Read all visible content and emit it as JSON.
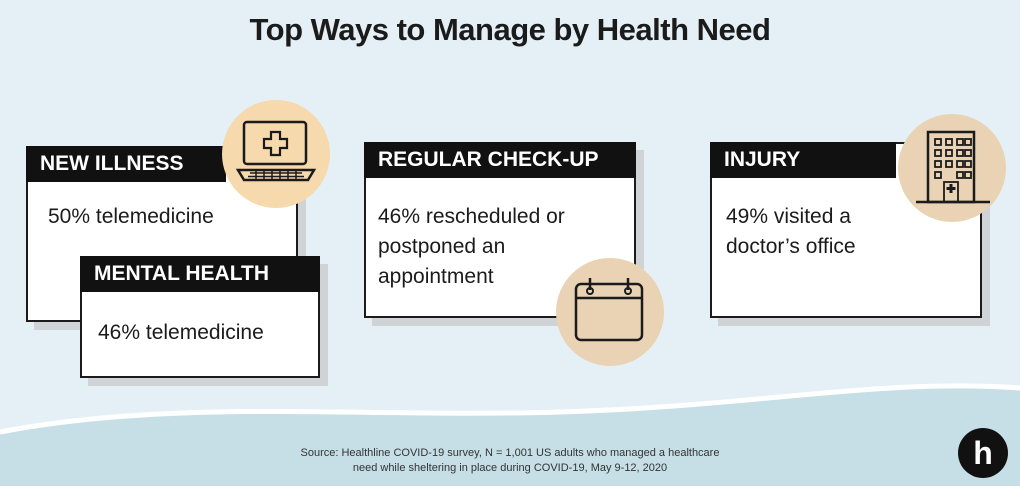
{
  "title": "Top Ways to Manage by Health Need",
  "cards": {
    "new_illness": {
      "header": "NEW ILLNESS",
      "text": "50% telemedicine",
      "icon": "laptop-medical-icon"
    },
    "mental_health": {
      "header": "MENTAL HEALTH",
      "text": "46% telemedicine"
    },
    "checkup": {
      "header": "REGULAR CHECK-UP",
      "line1": "46% rescheduled or",
      "line2": "postponed an",
      "line3": "appointment",
      "icon": "calendar-icon"
    },
    "injury": {
      "header": "INJURY",
      "line1": "49% visited a",
      "line2": "doctor’s office",
      "icon": "hospital-building-icon"
    }
  },
  "source": {
    "line1": "Source: Healthline COVID-19 survey, N = 1,001 US adults who managed a healthcare",
    "line2": "need while sheltering in place during COVID-19, May 9-12, 2020"
  },
  "logo": {
    "letter": "h"
  },
  "colors": {
    "background": "#e4f0f5",
    "header": "#111111",
    "icon_circle": "#f6d9ad",
    "wave": "#c6dfe6"
  }
}
